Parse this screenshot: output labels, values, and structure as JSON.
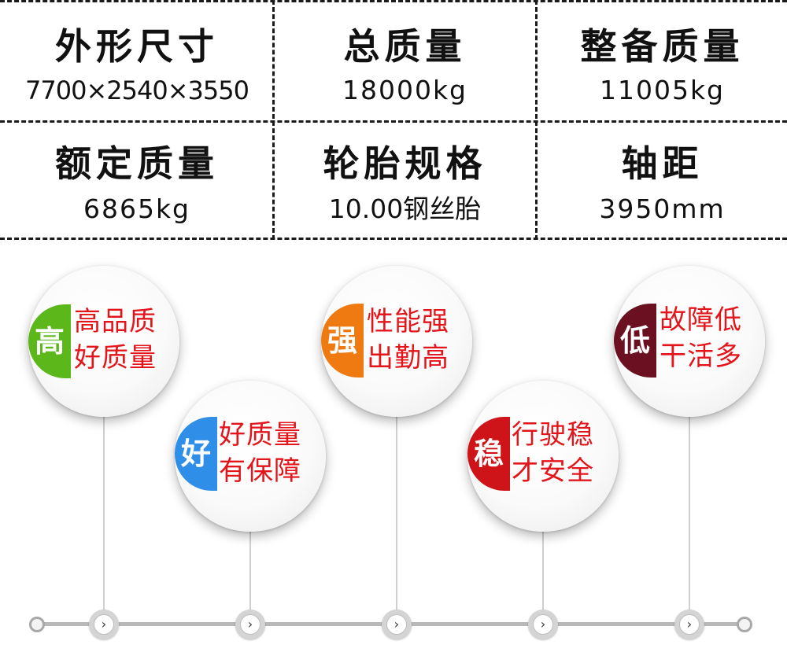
{
  "specs": [
    {
      "label": "外形尺寸",
      "value": "7700×2540×3550"
    },
    {
      "label": "总质量",
      "value": "18000kg"
    },
    {
      "label": "整备质量",
      "value": "11005kg"
    },
    {
      "label": "额定质量",
      "value": "6865kg"
    },
    {
      "label": "轮胎规格",
      "value": "10.00钢丝胎"
    },
    {
      "label": "轴距",
      "value": "3950mm"
    }
  ],
  "features": [
    {
      "badge": "高",
      "line1": "高品质",
      "line2": "好质量",
      "color": "#5cb71b"
    },
    {
      "badge": "好",
      "line1": "好质量",
      "line2": "有保障",
      "color": "#2f8ee8"
    },
    {
      "badge": "强",
      "line1": "性能强",
      "line2": "出勤高",
      "color": "#f07a12"
    },
    {
      "badge": "稳",
      "line1": "行驶稳",
      "line2": "才安全",
      "color": "#cf1419"
    },
    {
      "badge": "低",
      "line1": "故障低",
      "line2": "干活多",
      "color": "#6a1020"
    }
  ],
  "timeline": {
    "node_icon": "chevron-right-icon",
    "node_glyph": "›"
  }
}
